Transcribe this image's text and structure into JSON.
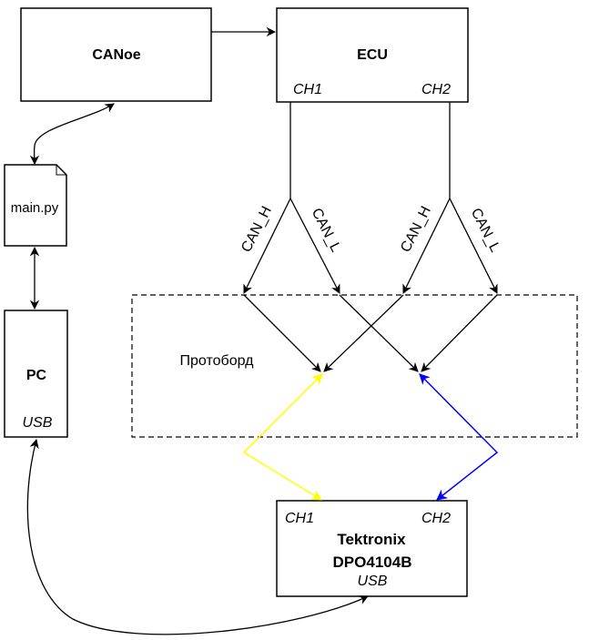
{
  "nodes": {
    "canoe": {
      "label": "CANoe"
    },
    "ecu": {
      "label": "ECU",
      "ch1": "CH1",
      "ch2": "CH2"
    },
    "mainpy": {
      "label": "main.py"
    },
    "pc": {
      "label": "PC",
      "port": "USB"
    },
    "protoboard": {
      "label": "Протоборд"
    },
    "tektronix": {
      "line1": "Tektronix",
      "line2": "DPO4104B",
      "ch1": "CH1",
      "ch2": "CH2",
      "port": "USB"
    }
  },
  "edges": {
    "can_h": "CAN_H",
    "can_l": "CAN_L"
  },
  "colors": {
    "line": "#000000",
    "probe_ch1": "#ffff00",
    "probe_ch2": "#0000ff"
  }
}
